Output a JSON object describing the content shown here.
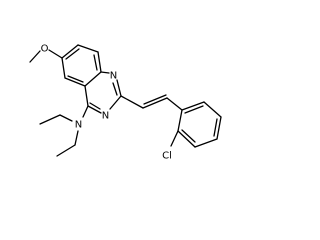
{
  "molecule": {
    "atoms": {
      "O": "O",
      "N1": "N",
      "N3": "N",
      "Namine": "N",
      "Cl": "Cl"
    }
  }
}
